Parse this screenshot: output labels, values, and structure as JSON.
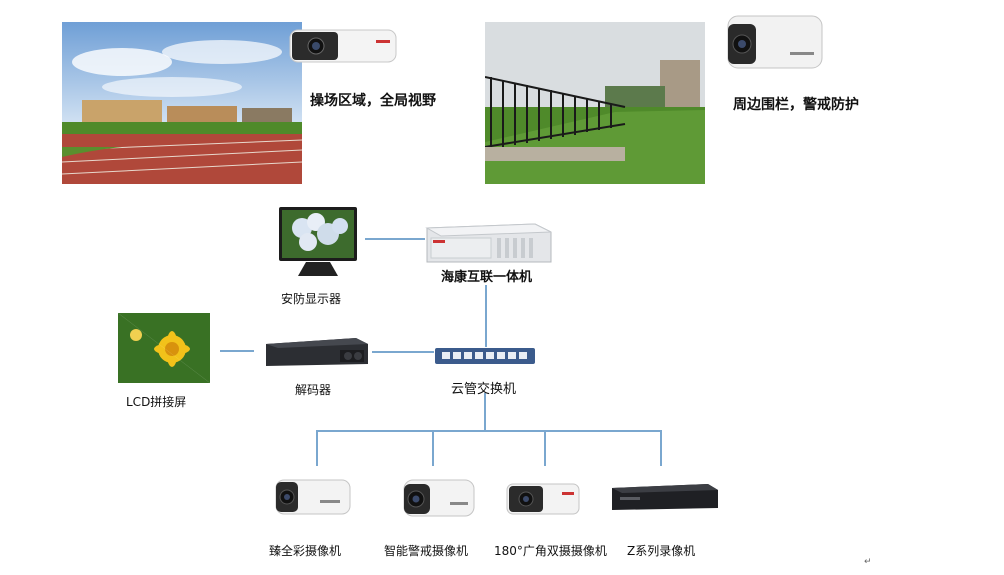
{
  "scene_photos": {
    "playground_caption": "操场区域，全局视野",
    "fence_caption": "周边围栏，警戒防护"
  },
  "devices": {
    "monitor": "安防显示器",
    "hikvision_server": "海康互联一体机",
    "lcd_wall": "LCD拼接屏",
    "decoder": "解码器",
    "switch": "云管交换机"
  },
  "cameras": [
    {
      "label": "臻全彩摄像机"
    },
    {
      "label": "智能警戒摄像机"
    },
    {
      "label": "180°广角双摄摄像机"
    },
    {
      "label": "Z系列录像机"
    }
  ],
  "colors": {
    "line": "#7aa7cf",
    "track": "#b0483a",
    "grass": "#5a8f2e",
    "sky": "#8fb7e2"
  }
}
